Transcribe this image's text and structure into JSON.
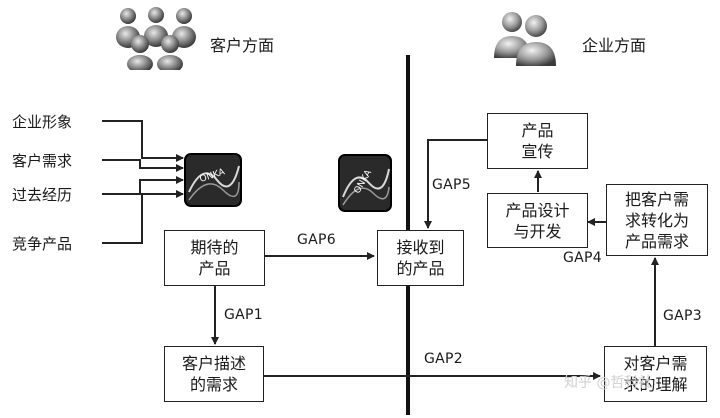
{
  "headers": {
    "customer": "客户方面",
    "enterprise": "企业方面"
  },
  "factors": [
    "企业形象",
    "客户需求",
    "过去经历",
    "竞争产品"
  ],
  "boxes": {
    "expected": "期待的\n产品",
    "received": "接收到\n的产品",
    "described": "客户描述\n的需求",
    "promotion": "产品\n宣传",
    "design": "产品设计\n与开发",
    "translate": "把客户需\n求转化为\n产品需求",
    "understand": "对客户需\n求的理解"
  },
  "gaps": [
    "GAP1",
    "GAP2",
    "GAP3",
    "GAP4",
    "GAP5",
    "GAP6"
  ],
  "product_icon_text": "ONKA",
  "watermark": "知乎 @哲科社"
}
